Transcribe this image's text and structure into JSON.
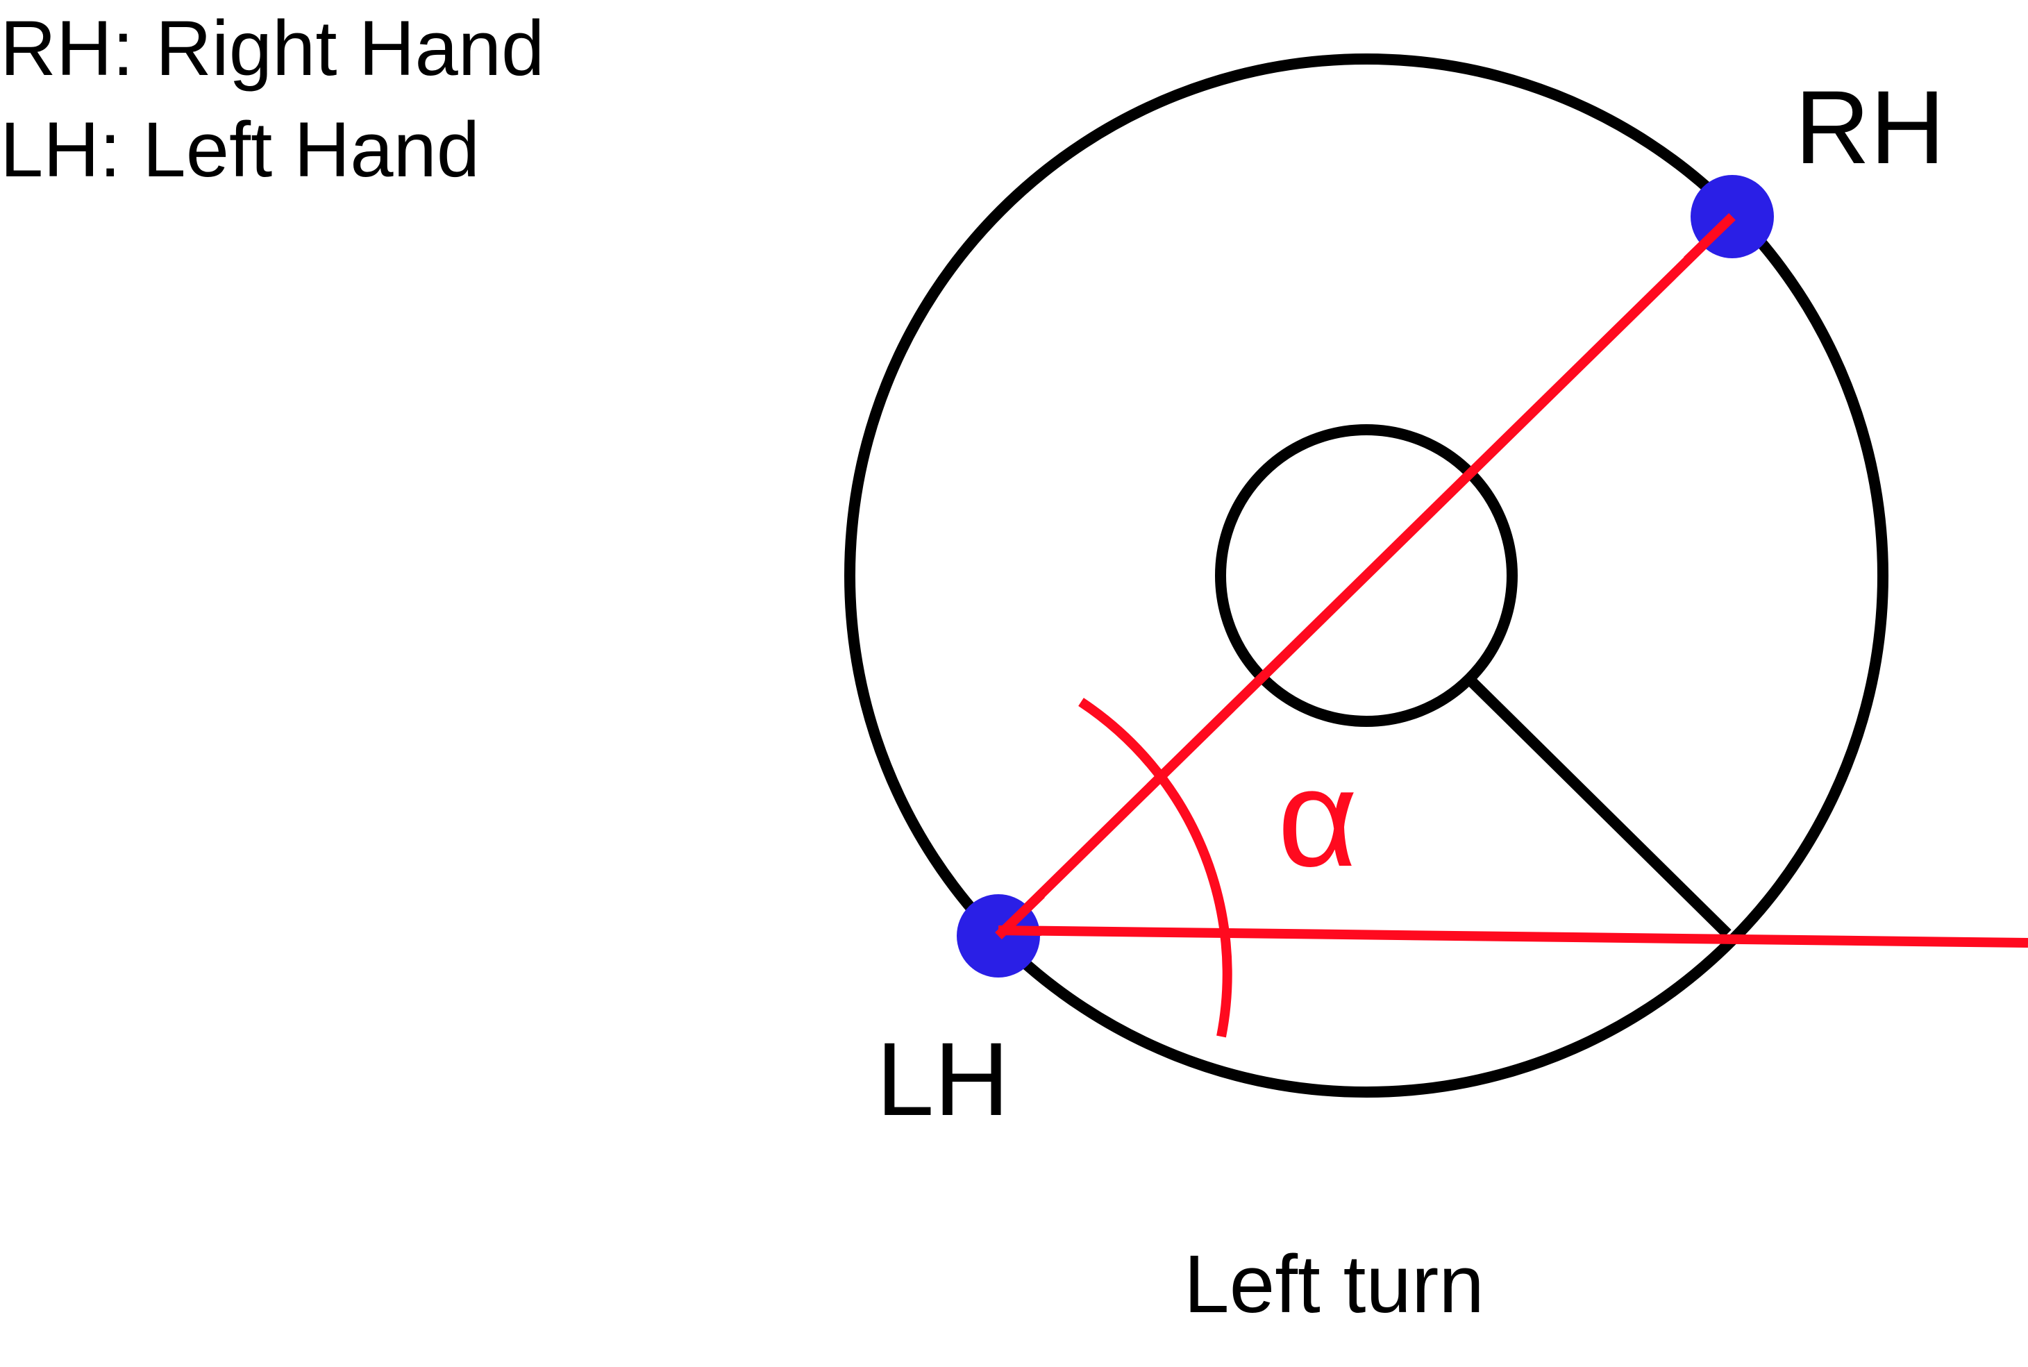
{
  "legend": {
    "line1": "RH: Right Hand",
    "line2": "LH: Left Hand"
  },
  "labels": {
    "rh": "RH",
    "lh": "LH",
    "angle": "α",
    "caption": "Left turn"
  },
  "colors": {
    "wheel": "#000000",
    "hand_marker": "#2a1fe6",
    "arm_line": "#ff0a1f",
    "angle_label": "#ff0a1f",
    "text": "#000000",
    "background": "#ffffff"
  }
}
